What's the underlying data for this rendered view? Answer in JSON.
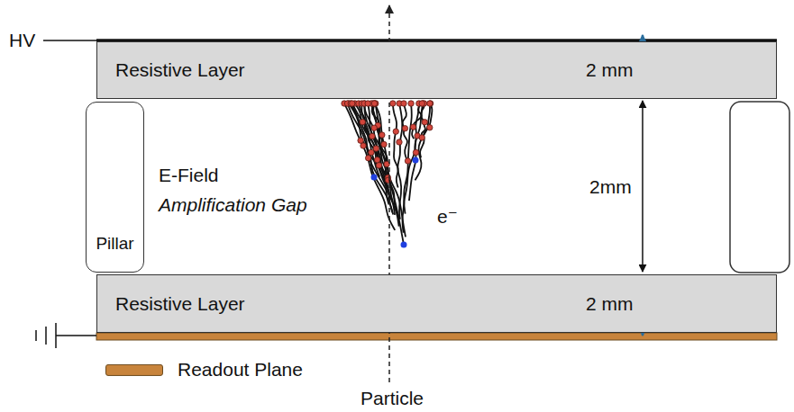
{
  "diagram": {
    "nodes": [
      {
        "text": [
          "Resistive Layer"
        ]
      },
      {
        "text": [
          "Pillar"
        ]
      },
      {
        "text": [
          "Resistive Layer"
        ]
      }
    ],
    "labels": [
      "HV",
      "2 mm",
      "2mm",
      "2 mm",
      "E-Field",
      "Amplification Gap",
      "e⁻",
      "Particle"
    ],
    "legend": [
      {
        "text": "Readout Plane",
        "color": "#c8843c"
      }
    ]
  }
}
